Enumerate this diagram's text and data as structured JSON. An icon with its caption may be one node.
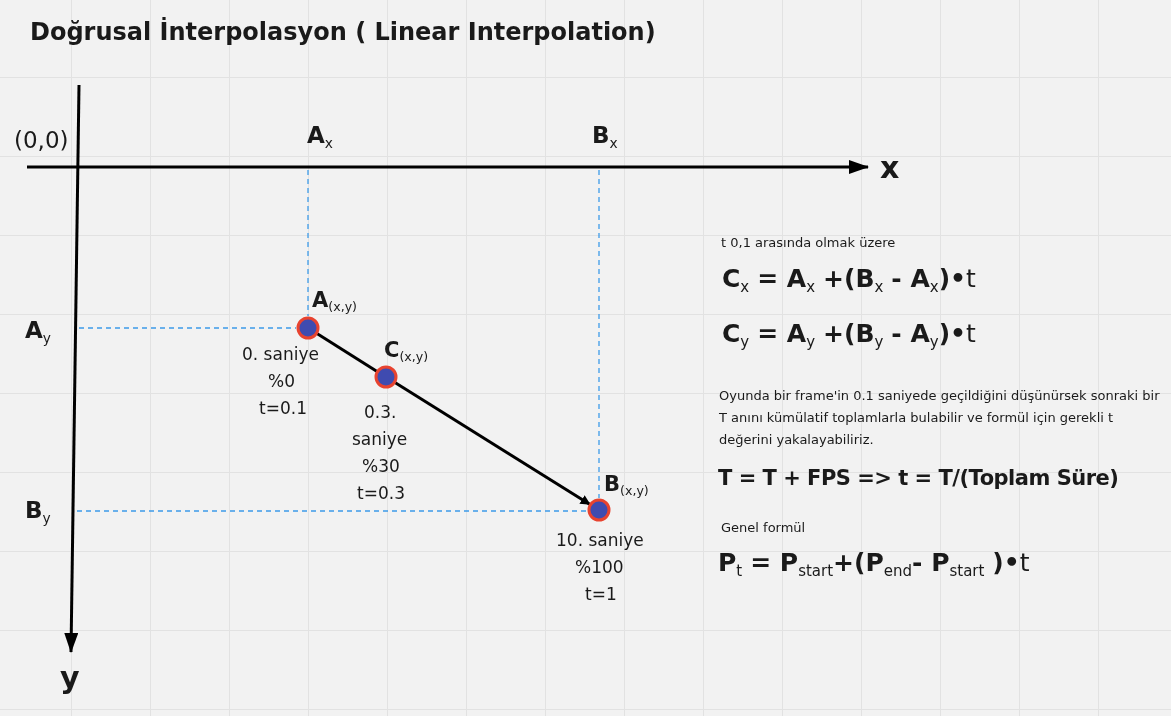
{
  "diagram": {
    "title": "Doğrusal İnterpolasyon ( Linear Interpolation)",
    "nodes": [
      {
        "text": [],
        "shape": "circle",
        "beside": [
          "**A**$_{(x,y)}$",
          "0. saniye",
          "%0",
          "t=0.1"
        ]
      },
      {
        "text": [],
        "shape": "circle",
        "beside": [
          "**C**$_{(x,y)}$",
          "0.3.",
          "saniye",
          "%30",
          "t=0.3"
        ]
      },
      {
        "text": [],
        "shape": "circle",
        "beside": [
          "**B**$_{(x,y)}$",
          "10. saniye",
          "%100",
          "t=1"
        ]
      }
    ],
    "edges": [
      {
        "from": 0,
        "to": 1,
        "arrow": "none"
      },
      {
        "from": 1,
        "to": 2,
        "arrow": "to"
      }
    ],
    "labels": [
      "(0,0)",
      "**A**$_{x}$",
      "**B**$_{x}$",
      "x",
      "t 0,1 arasında olmak üzere",
      "**C**$_{x}$ **=  A**$_{x}$ **+(B**$_{x}$ **- A**$_{x}$**)•**t",
      "**A**$_{y}$",
      "**C**$_{y}$ **=  A**$_{y}$ **+(B**$_{y}$ **- A**$_{y}$**)•**t",
      "Oyunda bir frame'in 0.1 saniyede geçildiğini düşünürsek sonraki bir T anını kümülatif toplamlarla bulabilir ve formül için gerekli t değerini yakalayabiliriz.",
      "**B**$_{y}$",
      "T  =  T + FPS  =>  t = T/(Toplam Süre)",
      "Genel formül",
      "**P**$_{t}$ **=  P**$_{start}$**+(P**$_{end}$**- P**$_{start}$ **)•**t",
      "y"
    ]
  }
}
